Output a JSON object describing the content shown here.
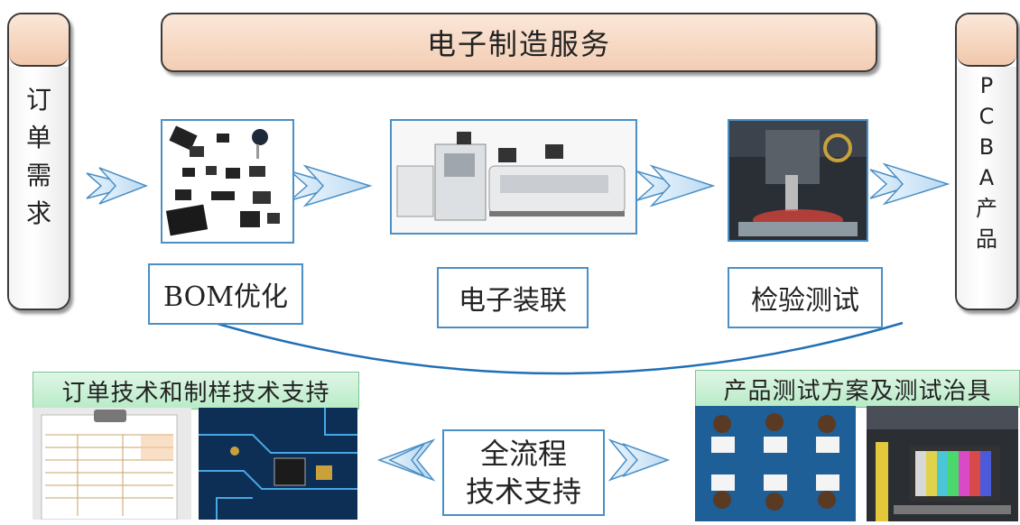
{
  "banner": {
    "title": "电子制造服务"
  },
  "left_pillar": {
    "chars": [
      "订",
      "单",
      "需",
      "求"
    ]
  },
  "right_pillar": {
    "chars": [
      "P",
      "C",
      "B",
      "A",
      "产",
      "品"
    ]
  },
  "stages": [
    {
      "label": "BOM优化"
    },
    {
      "label": "电子装联"
    },
    {
      "label": "检验测试"
    }
  ],
  "bottom_left": {
    "title": "订单技术和制样技术支持"
  },
  "bottom_right": {
    "title": "产品测试方案及测试治具"
  },
  "center": {
    "line1": "全流程",
    "line2": "技术支持"
  },
  "colors": {
    "accent_blue": "#1f6fb5",
    "arrow_light": "#cfe6f7",
    "banner_peach": "#f3cdb4",
    "green_header": "#b8ebc7"
  }
}
